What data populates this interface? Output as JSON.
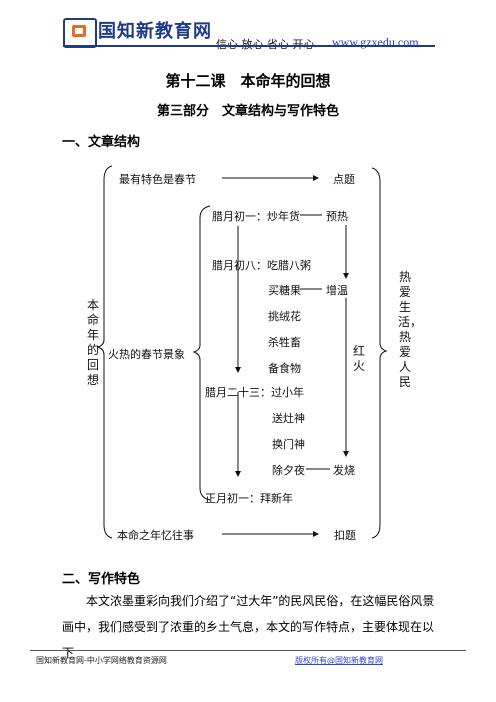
{
  "header": {
    "logo_text": "国知新教育网",
    "slogan": "信心 放心 省心 开心",
    "site": "www.gzxedu.com"
  },
  "title": "第十二课　本命年的回想",
  "subtitle": "第三部分　文章结构与写作特色",
  "section1": "一、文章结构",
  "diagram": {
    "root": "本命年的回想",
    "top_left": "最有特色是春节",
    "top_right": "点题",
    "middle": "火热的春节景象",
    "bottom_left": "本命之年忆往事",
    "bottom_right": "扣题",
    "right_vertical": "热爱生活，热爱人民",
    "red_fire": "红火",
    "items": {
      "la1": "腊月初一：炒年货",
      "yure": "预热",
      "la8": "腊月初八：吃腊八粥",
      "tang": "买糖果",
      "zengwen": "增温",
      "rong": "挑绒花",
      "sha": "杀牲畜",
      "bei": "备食物",
      "la23": "腊月二十三：过小年",
      "zao": "送灶神",
      "men": "换门神",
      "chuxi": "除夕夜",
      "fashao": "发烧",
      "zheng1": "正月初一：拜新年"
    }
  },
  "section2": "二、写作特色",
  "paragraph": "本文浓墨重彩向我们介绍了“过大年”的民风民俗，在这幅民俗风景画中，我们感受到了浓重的乡土气息，本文的写作特点，主要体现在以下",
  "footer": {
    "left": "国知新教育网-中小学网络教育资源网",
    "right": "版权所有@国知新教育网"
  }
}
